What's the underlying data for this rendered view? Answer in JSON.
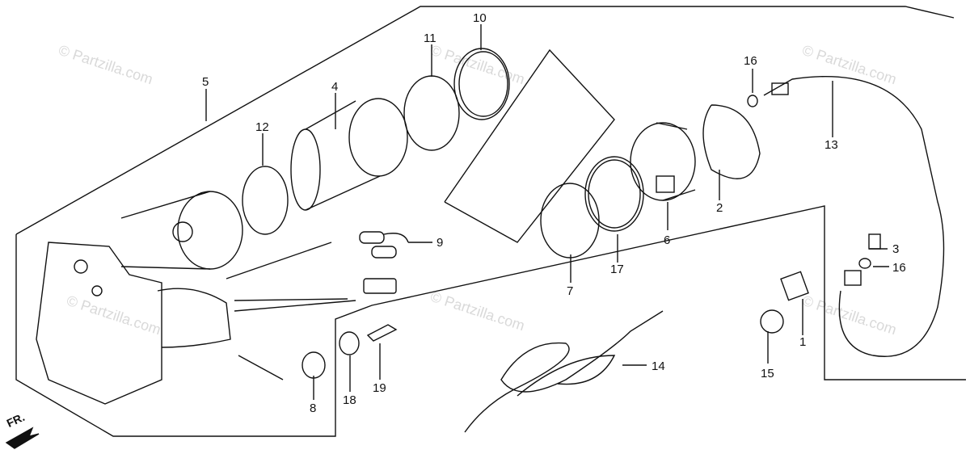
{
  "watermark": "© Partzilla.com",
  "direction_label": "FR.",
  "parts": {
    "p1": "1",
    "p2": "2",
    "p3": "3",
    "p4": "4",
    "p5": "5",
    "p6": "6",
    "p7": "7",
    "p8": "8",
    "p9": "9",
    "p10": "10",
    "p11": "11",
    "p12": "12",
    "p13": "13",
    "p14": "14",
    "p15": "15",
    "p16a": "16",
    "p16b": "16",
    "p17": "17",
    "p18": "18",
    "p19": "19"
  }
}
